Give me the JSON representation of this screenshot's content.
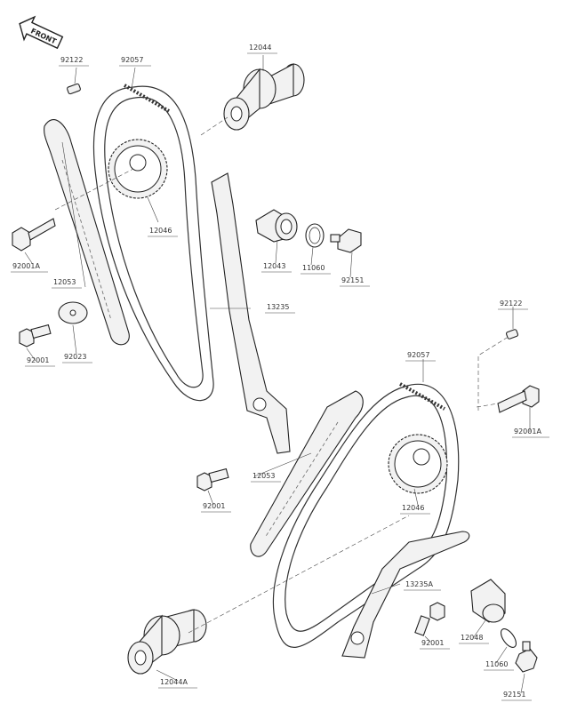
{
  "orientation": {
    "label": "FRONT"
  },
  "callouts": [
    {
      "id": "c1",
      "text": "92122"
    },
    {
      "id": "c2",
      "text": "92057"
    },
    {
      "id": "c3",
      "text": "12044"
    },
    {
      "id": "c4",
      "text": "12046"
    },
    {
      "id": "c5",
      "text": "92001A"
    },
    {
      "id": "c6",
      "text": "12043"
    },
    {
      "id": "c7",
      "text": "11060"
    },
    {
      "id": "c8",
      "text": "92151"
    },
    {
      "id": "c9",
      "text": "12053"
    },
    {
      "id": "c10",
      "text": "92023"
    },
    {
      "id": "c11",
      "text": "92001"
    },
    {
      "id": "c12",
      "text": "13235"
    },
    {
      "id": "c13",
      "text": "92122"
    },
    {
      "id": "c14",
      "text": "92057"
    },
    {
      "id": "c15",
      "text": "92001A"
    },
    {
      "id": "c16",
      "text": "12053"
    },
    {
      "id": "c17",
      "text": "92001"
    },
    {
      "id": "c18",
      "text": "12046"
    },
    {
      "id": "c19",
      "text": "13235A"
    },
    {
      "id": "c20",
      "text": "12048"
    },
    {
      "id": "c21",
      "text": "92001"
    },
    {
      "id": "c22",
      "text": "11060"
    },
    {
      "id": "c23",
      "text": "12044A"
    },
    {
      "id": "c24",
      "text": "92151"
    }
  ]
}
